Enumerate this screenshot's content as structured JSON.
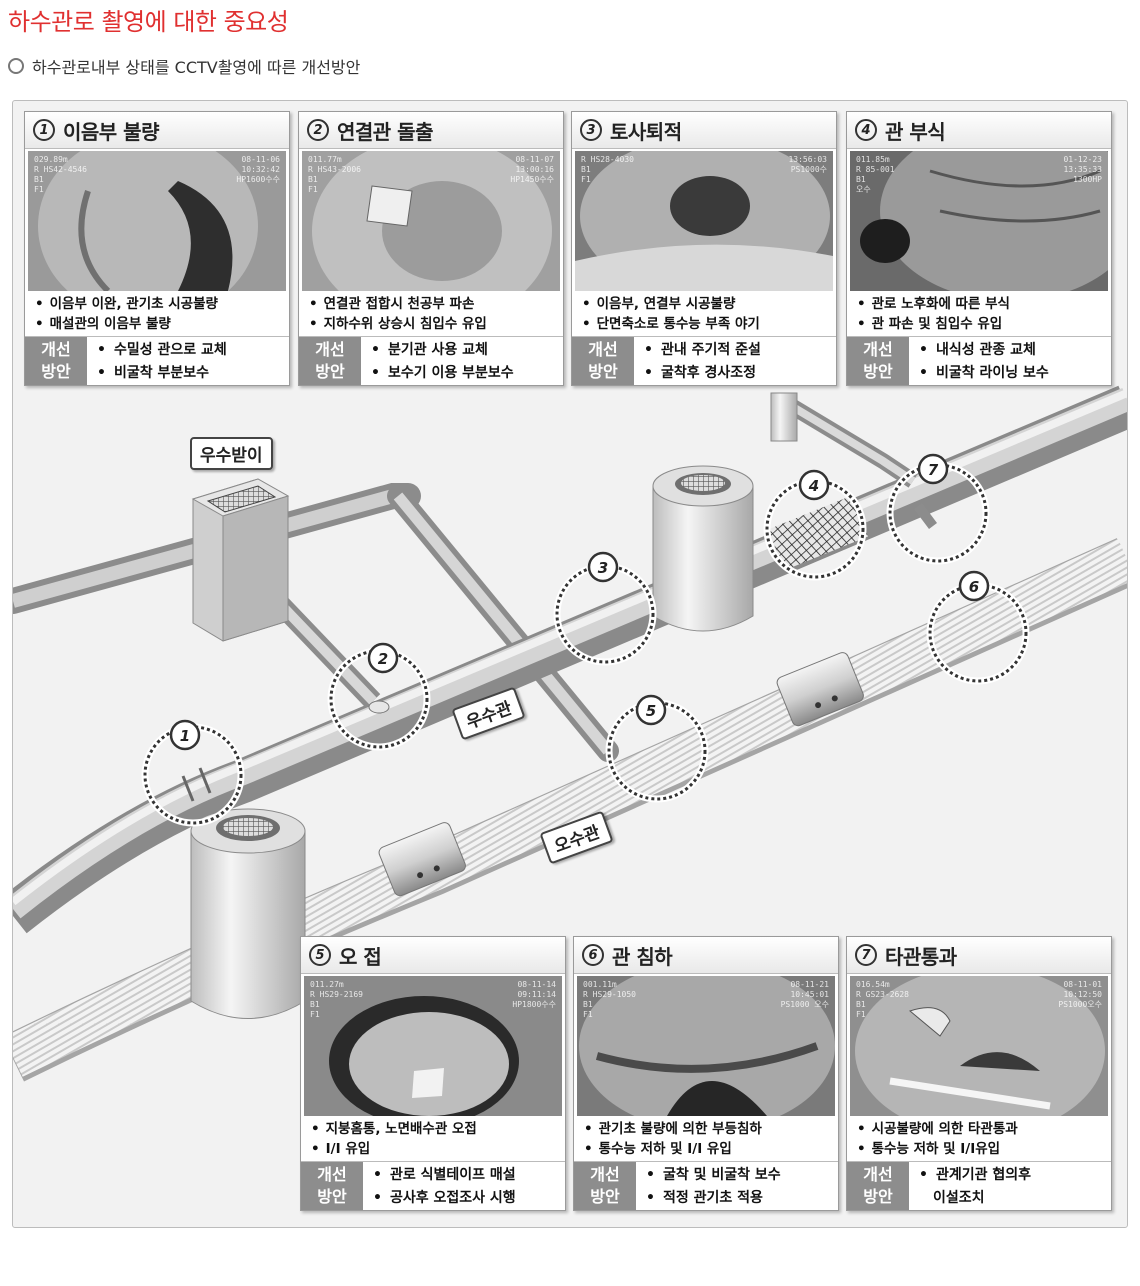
{
  "page_title": "하수관로 촬영에 대한 중요성",
  "subtitle": "하수관로내부 상태를 CCTV촬영에 따른 개선방안",
  "measure_label_line1": "개선",
  "measure_label_line2": "방안",
  "labels": {
    "inlet": "우수받이",
    "storm_pipe": "우수관",
    "sewer_pipe": "오수관"
  },
  "markers": [
    "1",
    "2",
    "3",
    "4",
    "5",
    "6",
    "7"
  ],
  "cards": [
    {
      "num": "1",
      "title": "이음부 불량",
      "osd_left": "029.89m\nR HS42-4546\nB1\nF1",
      "osd_right": "08-11-06\n10:32:42\nHP1600수수",
      "problems": [
        "이음부 이완, 관기초 시공불량",
        "매설관의 이음부 불량"
      ],
      "measures": [
        "수밀성 관으로 교체",
        "비굴착 부분보수"
      ]
    },
    {
      "num": "2",
      "title": "연결관 돌출",
      "osd_left": "011.77m\nR HS43-2006\nB1\nF1",
      "osd_right": "08-11-07\n13:00:16\nHP1450수수",
      "problems": [
        "연결관 접합시 천공부 파손",
        "지하수위 상승시 침입수 유입"
      ],
      "measures": [
        "분기관 사용 교체",
        "보수기 이용 부분보수"
      ]
    },
    {
      "num": "3",
      "title": "토사퇴적",
      "osd_left": "R HS28-4030\nB1\nF1",
      "osd_right": "13:56:03\nPS1000수",
      "problems": [
        "이음부, 연결부 시공불량",
        "단면축소로 통수능 부족 야기"
      ],
      "measures": [
        "관내 주기적 준설",
        "굴착후 경사조정"
      ]
    },
    {
      "num": "4",
      "title": "관 부식",
      "osd_left": "011.85m\nR 85-001\nB1\n오수",
      "osd_right": "01-12-23\n13:35:33\n1300HP",
      "problems": [
        "관로 노후화에 따른 부식",
        "관 파손 및 침입수 유입"
      ],
      "measures": [
        "내식성 관종 교체",
        "비굴착 라이닝 보수"
      ]
    },
    {
      "num": "5",
      "title": "오 접",
      "osd_left": "011.27m\nR HS29-2169\nB1\nF1",
      "osd_right": "08-11-14\n09:11:14\nHP1800수수",
      "problems": [
        "지붕홈통, 노면배수관 오접",
        "I/I 유입"
      ],
      "measures": [
        "관로 식별테이프 매설",
        "공사후 오접조사 시행"
      ]
    },
    {
      "num": "6",
      "title": "관 침하",
      "osd_left": "001.11m\nR HS29-1050\nB1\nF1",
      "osd_right": "08-11-21\n10:45:01\nPS1000 오수",
      "problems": [
        "관기초 불량에 의한 부등침하",
        "통수능 저하 및 I/I 유입"
      ],
      "measures": [
        "굴착 및 비굴착 보수",
        "적정 관기초 적용"
      ]
    },
    {
      "num": "7",
      "title": "타관통과",
      "osd_left": "016.54m\nR GS23-2628\nB1\nF1",
      "osd_right": "08-11-01\n10:12:50\nPS1000오수",
      "problems": [
        "시공불량에 의한 타관통과",
        "통수능 저하 및 I/I유입"
      ],
      "measures": [
        "관계기관 협의후",
        "이설조치"
      ]
    }
  ]
}
